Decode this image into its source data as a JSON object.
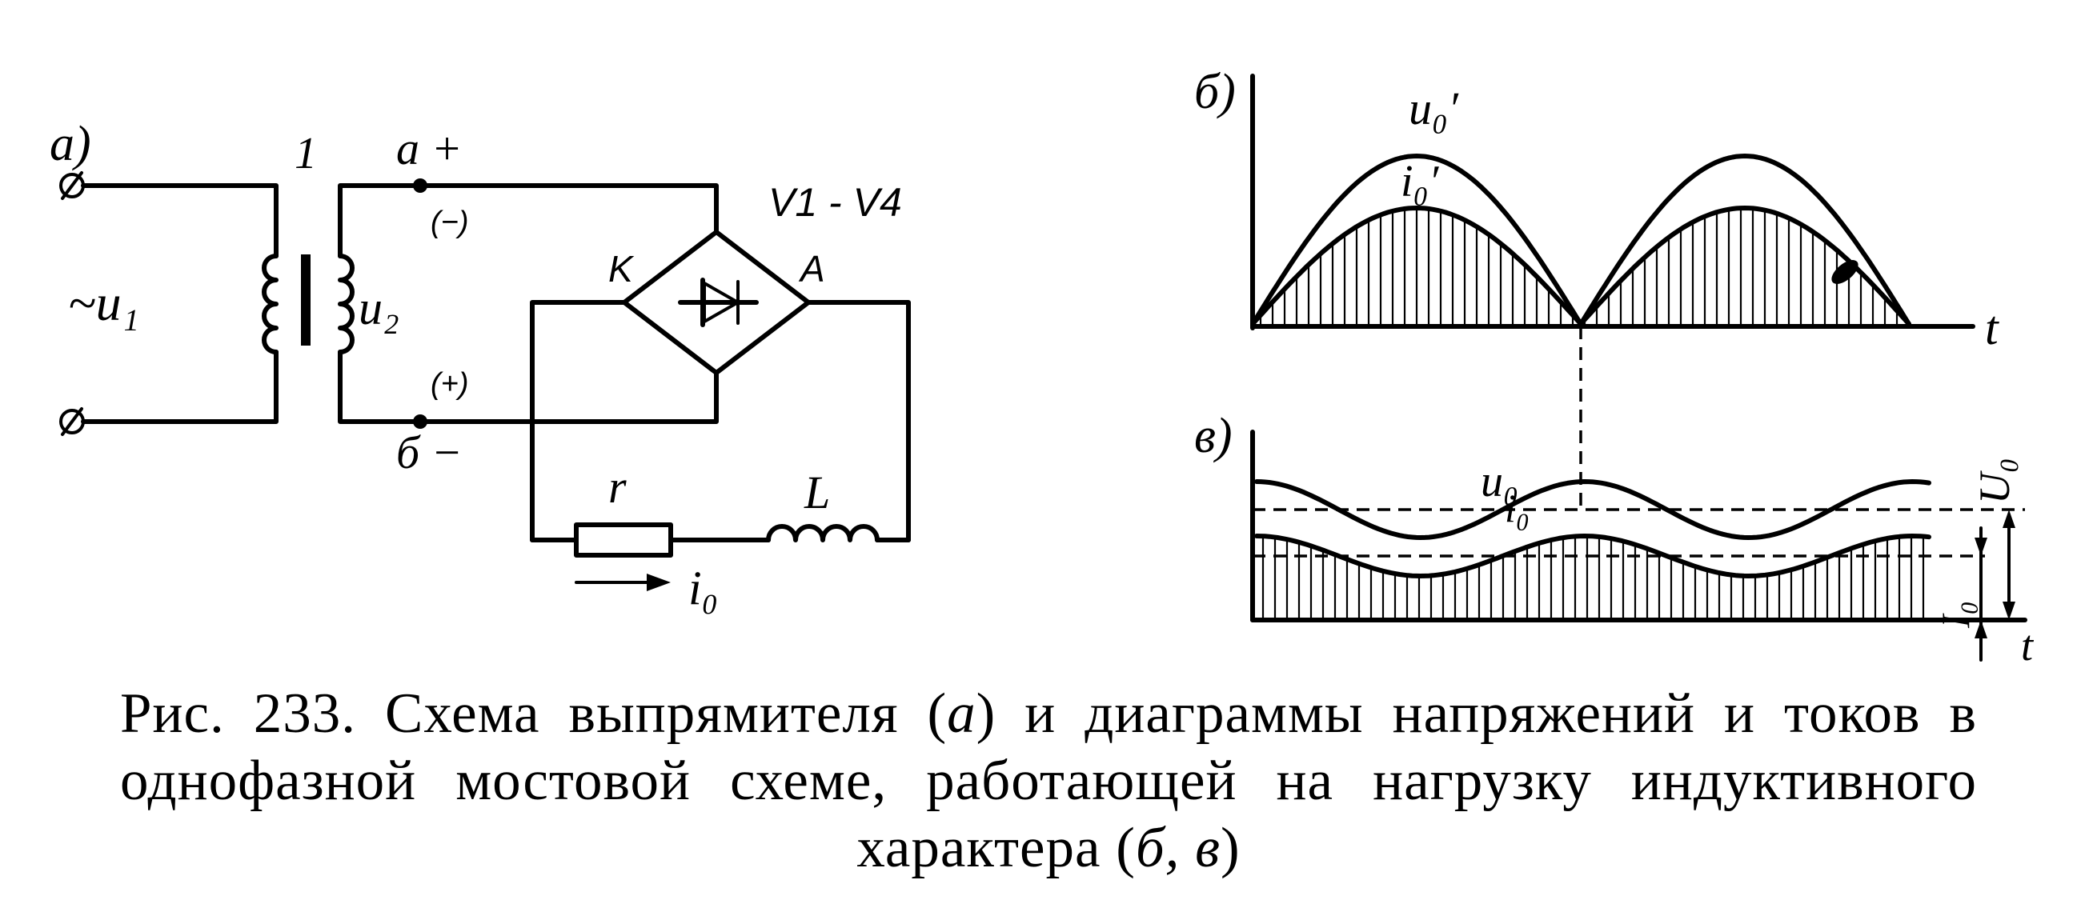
{
  "circuit": {
    "panel_label": "а)",
    "transformer_label": "1",
    "node_a_label": "a +",
    "node_a_alt": "(−)",
    "node_b_label": "б −",
    "node_b_alt": "(+)",
    "u1_label": "~u₁",
    "u2_label": "u₂",
    "bridge_label": "V1 - V4",
    "cathode_label": "K",
    "anode_label": "A",
    "resistor_label": "r",
    "inductor_label": "L",
    "current_label": "i₀"
  },
  "diagram_b": {
    "panel_label": "б)",
    "voltage_label": "u₀′",
    "current_label": "i₀′",
    "t_label": "t"
  },
  "diagram_v": {
    "panel_label": "в)",
    "voltage_label": "u₀",
    "current_label": "i₀",
    "U0_label": "U₀",
    "I0_label": "I₀",
    "t_label": "t"
  },
  "caption": {
    "prefix": "Рис. 233. Схема выпрямителя (",
    "a": "а",
    "mid": ") и диаграммы напряжений и токов в однофазной мостовой схеме, работающей на нагрузку индуктивного характера (",
    "bv": "б, в",
    "suffix": ")"
  }
}
